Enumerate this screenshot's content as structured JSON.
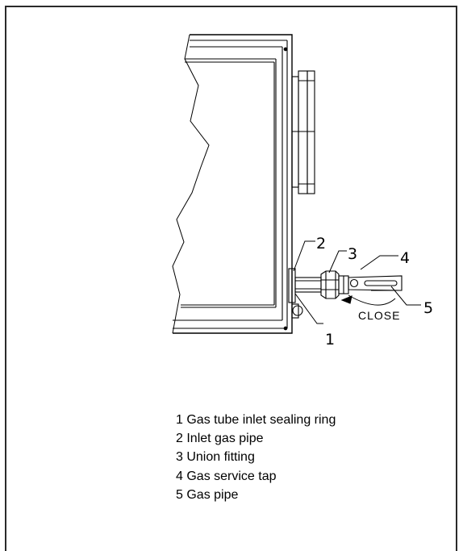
{
  "diagram": {
    "callouts": [
      "1",
      "2",
      "3",
      "4",
      "5"
    ],
    "close_label": "CLOSE"
  },
  "legend": {
    "items": [
      "1 Gas tube inlet sealing ring",
      "2 Inlet gas pipe",
      "3 Union fitting",
      "4 Gas service tap",
      "5 Gas pipe"
    ]
  }
}
